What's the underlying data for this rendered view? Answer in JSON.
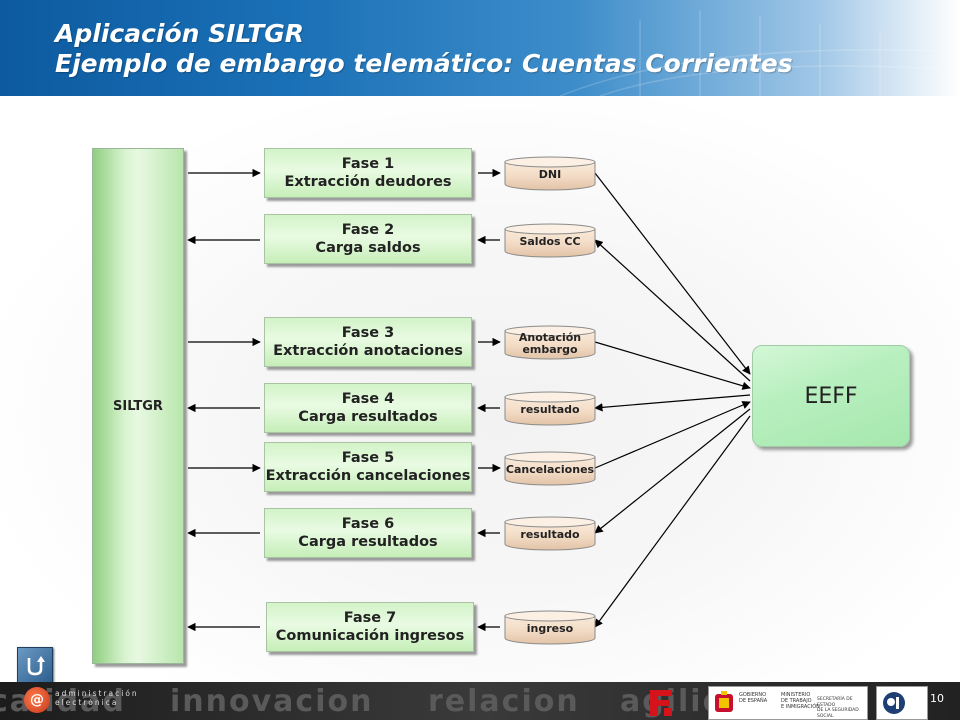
{
  "header": {
    "title_line1": "Aplicación SILTGR",
    "title_line2": "Ejemplo de embargo telemático: Cuentas Corrientes"
  },
  "diagram": {
    "system": "SILTGR",
    "entity": "EEFF",
    "phases": [
      {
        "label": "Fase 1",
        "desc": "Extracción deudores",
        "direction": "out"
      },
      {
        "label": "Fase 2",
        "desc": "Carga saldos",
        "direction": "in"
      },
      {
        "label": "Fase 3",
        "desc": "Extracción anotaciones",
        "direction": "out"
      },
      {
        "label": "Fase 4",
        "desc": "Carga resultados",
        "direction": "in"
      },
      {
        "label": "Fase 5",
        "desc": "Extracción cancelaciones",
        "direction": "out"
      },
      {
        "label": "Fase 6",
        "desc": "Carga resultados",
        "direction": "in"
      },
      {
        "label": "Fase 7",
        "desc": "Comunicación ingresos",
        "direction": "in"
      }
    ],
    "files": [
      {
        "name": "DNI"
      },
      {
        "name": "Saldos CC"
      },
      {
        "name": "Anotación embargo"
      },
      {
        "name": "resultado"
      },
      {
        "name": "Cancelaciones"
      },
      {
        "name": "resultado"
      },
      {
        "name": "ingreso"
      }
    ]
  },
  "footer": {
    "words": [
      "calidad",
      "innovacion",
      "relacion",
      "agilidad"
    ],
    "logo_letter": "@",
    "logo_text_line1": "administración",
    "logo_text_line2": "electrónica",
    "gov_line1a": "GOBIERNO",
    "gov_line1b": "DE ESPAÑA",
    "gov_line2a": "MINISTERIO",
    "gov_line2b": "DE TRABAJO",
    "gov_line2c": "E INMIGRACIÓN",
    "gov_line3a": "SECRETARÍA DE ESTADO",
    "gov_line3b": "DE LA SEGURIDAD SOCIAL",
    "page_number": "10"
  },
  "colors": {
    "header_blue": "#1a70b6",
    "box_green": "#d2f3c8",
    "eeff_green": "#b8efbf",
    "cylinder": "#f3dcc6"
  }
}
